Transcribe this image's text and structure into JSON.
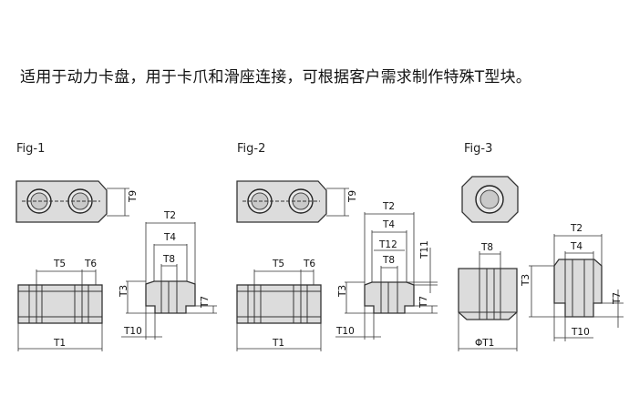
{
  "heading": "适用于动力卡盘，用于卡爪和滑座连接，可根据客户需求制作特殊T型块。",
  "figures": [
    {
      "label": "Fig-1",
      "dims": {
        "t9": "T9",
        "t5": "T5",
        "t6": "T6",
        "t1": "T1",
        "t2": "T2",
        "t4": "T4",
        "t8": "T8",
        "t3": "T3",
        "t7": "T7",
        "t10": "T10"
      }
    },
    {
      "label": "Fig-2",
      "dims": {
        "t9": "T9",
        "t5": "T5",
        "t6": "T6",
        "t1": "T1",
        "t2": "T2",
        "t4": "T4",
        "t12": "T12",
        "t8": "T8",
        "t11": "T11",
        "t3": "T3",
        "t7": "T7",
        "t10": "T10"
      }
    },
    {
      "label": "Fig-3",
      "dims": {
        "t8": "T8",
        "phi_t1": "ΦT1",
        "t2": "T2",
        "t4": "T4",
        "t3": "T3",
        "t7": "T7",
        "t10": "T10"
      }
    }
  ]
}
